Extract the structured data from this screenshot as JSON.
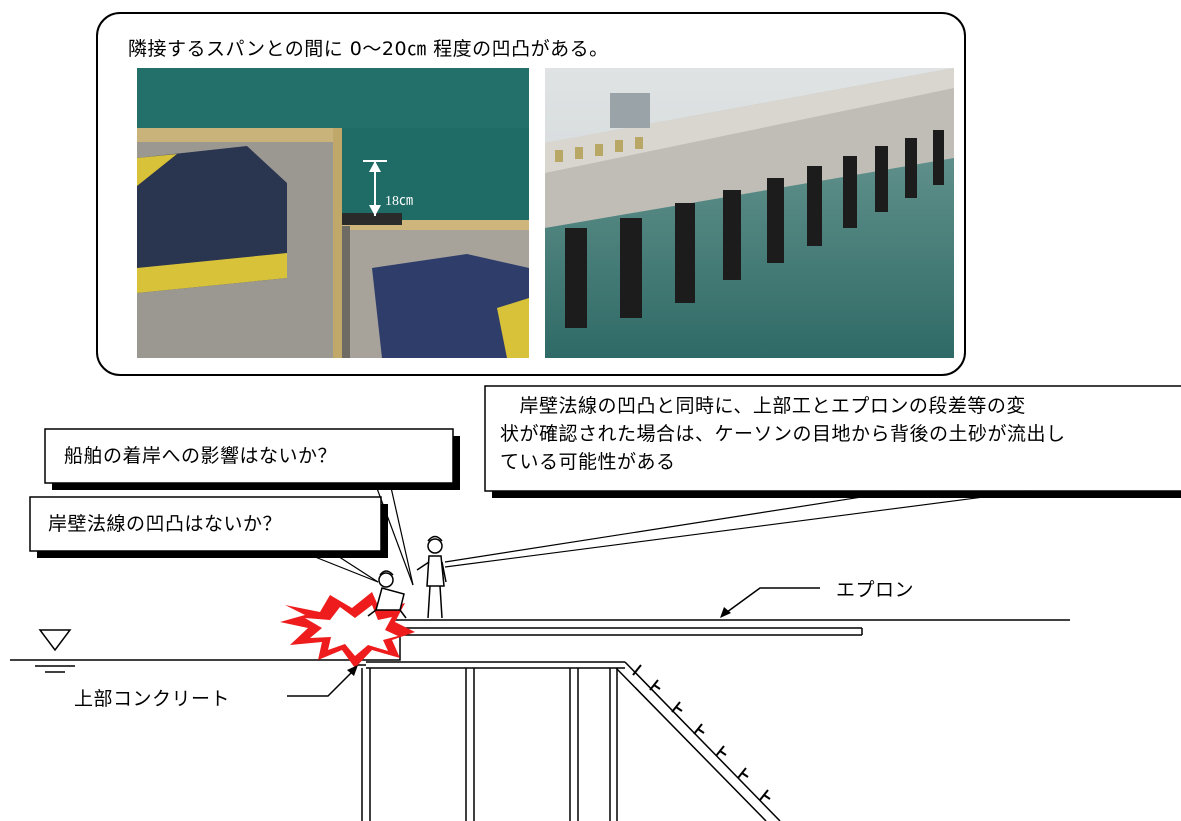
{
  "photos": {
    "caption": "隣接するスパンとの間に 0〜20㎝ 程度の凹凸がある。",
    "measure_label": "18㎝"
  },
  "callouts": {
    "ship_impact": "船舶の着岸への影響はないか？",
    "alignment": "岸壁法線の凹凸はないか？",
    "note_lines": [
      "　岸壁法線の凹凸と同時に、上部工とエプロンの段差等の変",
      "状が確認された場合は、ケーソンの目地から背後の土砂が流出し",
      "ている可能性がある"
    ]
  },
  "labels": {
    "apron": "エプロン",
    "upper_concrete": "上部コンクリート"
  },
  "colors": {
    "sea_photo": "#1f6b66",
    "hazard_yellow": "#d8c23a",
    "fender_blue": "#2a3550",
    "burst_red": "#ee1c1c"
  }
}
